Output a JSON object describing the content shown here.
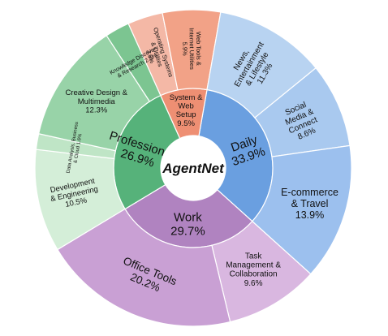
{
  "chart_data": {
    "type": "sunburst",
    "center_label": "AgentNet",
    "inner": [
      {
        "name": "Daily",
        "value": 33.9,
        "label": "33.9%",
        "color": "#6a9fe0"
      },
      {
        "name": "Work",
        "value": 29.7,
        "label": "29.7%",
        "color": "#b083c0"
      },
      {
        "name": "Professional",
        "value": 26.9,
        "label": "26.9%",
        "color": "#56b27a"
      },
      {
        "name": "System & Web Setup",
        "value": 9.5,
        "label": "9.5%",
        "color": "#ee8f73"
      }
    ],
    "outer": [
      {
        "parent": "System & Web Setup",
        "name": "Operating Systems & Utilities",
        "value": 3.6,
        "label": "3.6%",
        "color": "#f4b8a6"
      },
      {
        "parent": "System & Web Setup",
        "name": "Web Tools & Internet Utilities",
        "value": 5.9,
        "label": "5.9%",
        "color": "#f2a287"
      },
      {
        "parent": "Professional",
        "name": "Development & Engineering",
        "value": 10.5,
        "label": "10.5%",
        "color": "#d4eed8"
      },
      {
        "parent": "Professional",
        "name": "Data Analysis, Business & Cloud",
        "value": 1.6,
        "label": "1.6%",
        "color": "#bfe5c6"
      },
      {
        "parent": "Professional",
        "name": "Creative Design & Multimedia",
        "value": 12.3,
        "label": "12.3%",
        "color": "#98d3a8"
      },
      {
        "parent": "Professional",
        "name": "Knowledge Discovery & Research",
        "value": 2.5,
        "label": "2.5%",
        "color": "#7cc591"
      },
      {
        "parent": "Work",
        "name": "Task Management & Collaboration",
        "value": 9.6,
        "label": "9.6%",
        "color": "#d9b7e0"
      },
      {
        "parent": "Work",
        "name": "Office Tools",
        "value": 20.2,
        "label": "20.2%",
        "color": "#c9a0d4"
      },
      {
        "parent": "Daily",
        "name": "News, Entertainment & Lifestyle",
        "value": 11.3,
        "label": "11.3%",
        "color": "#b8d3f1"
      },
      {
        "parent": "Daily",
        "name": "Social Media & Connect",
        "value": 8.6,
        "label": "8.6%",
        "color": "#a9c9ef"
      },
      {
        "parent": "Daily",
        "name": "E-commerce & Travel",
        "value": 13.9,
        "label": "13.9%",
        "color": "#9cc0ee"
      }
    ]
  }
}
